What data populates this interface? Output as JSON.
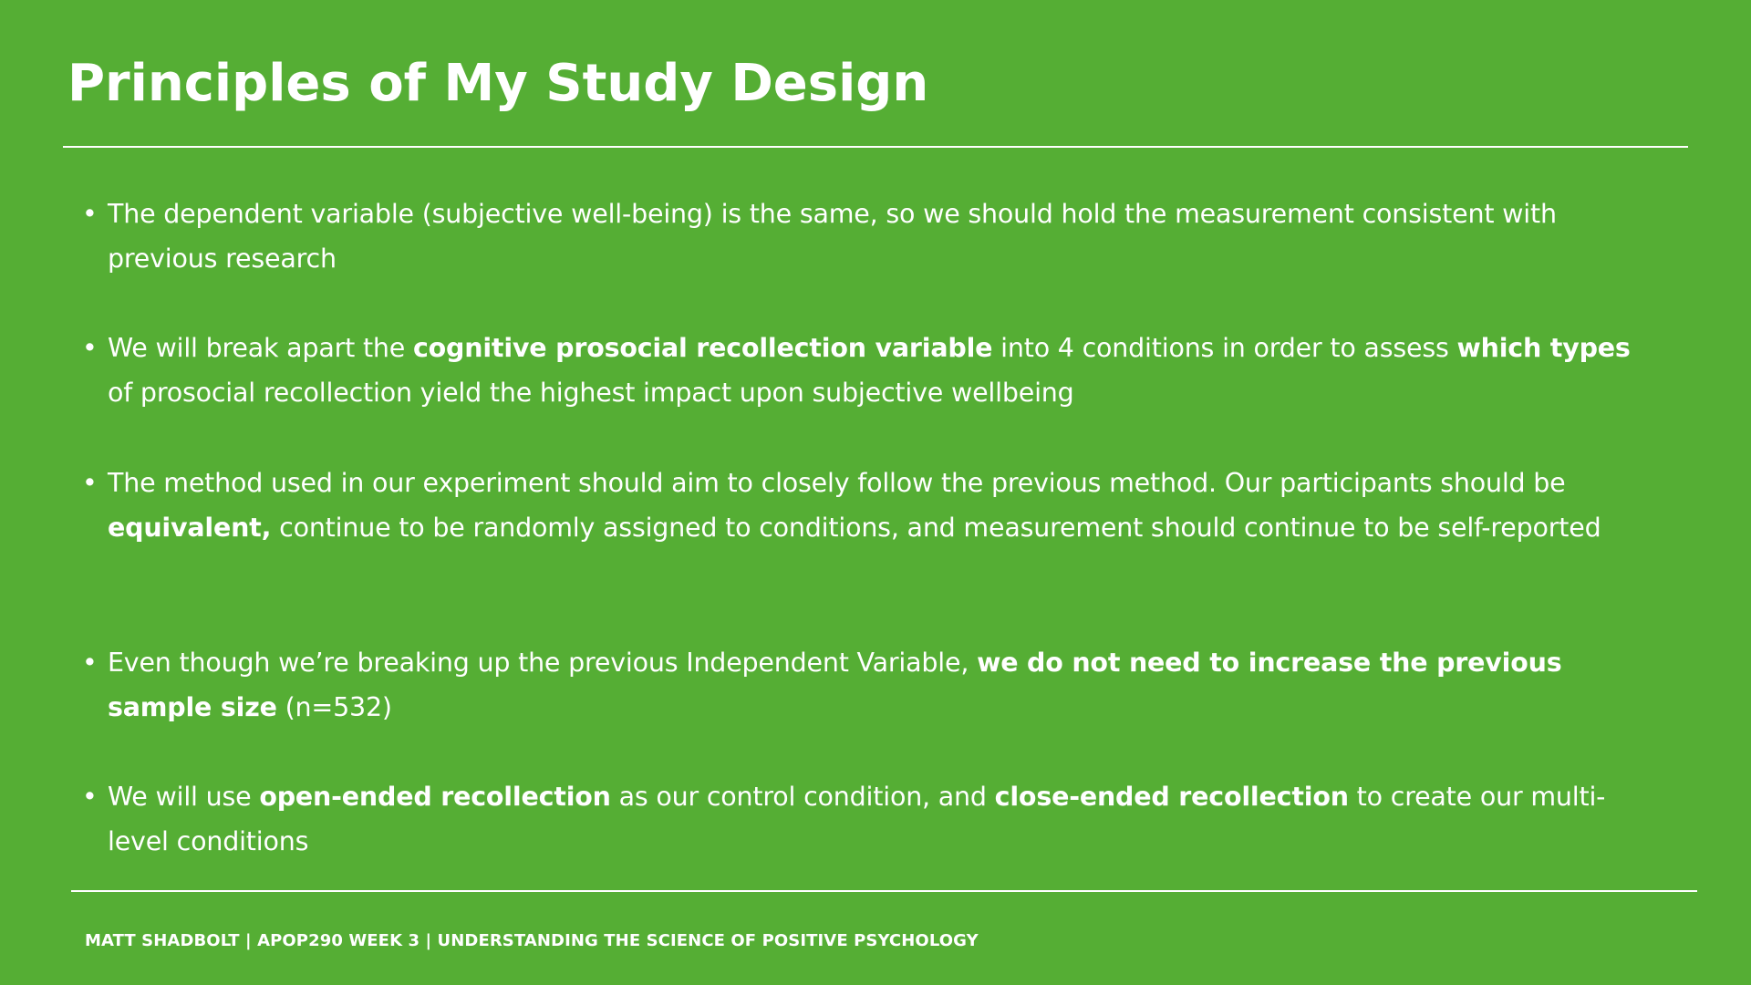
{
  "slide": {
    "title": "Principles of My Study Design",
    "bullet_marker": "•",
    "footer": "MATT SHADBOLT | APOP290 WEEK 3 | UNDERSTANDING THE SCIENCE OF POSITIVE PSYCHOLOGY"
  },
  "bullets": [
    {
      "parts": [
        "The dependent variable (subjective well-being) is the same, so we should hold the measurement consistent with previous research"
      ]
    },
    {
      "parts": [
        "We will break apart the ",
        "cognitive prosocial recollection variable",
        " into 4 conditions in order to assess ",
        "which types",
        " of prosocial recollection yield the highest impact upon subjective wellbeing"
      ]
    },
    {
      "parts": [
        "The method used in our experiment should aim to closely follow the previous method. Our participants should be ",
        "equivalent,",
        " continue to be randomly assigned to conditions, and measurement should continue to be self-reported"
      ]
    },
    {
      "parts": [
        "Even though we’re breaking up the previous Independent Variable, ",
        "we do not need to increase the previous sample size",
        " (n=532)"
      ]
    },
    {
      "parts": [
        "We will use ",
        "open-ended recollection",
        " as our control condition, and ",
        "close-ended recollection",
        " to create our multi-level conditions"
      ]
    }
  ]
}
